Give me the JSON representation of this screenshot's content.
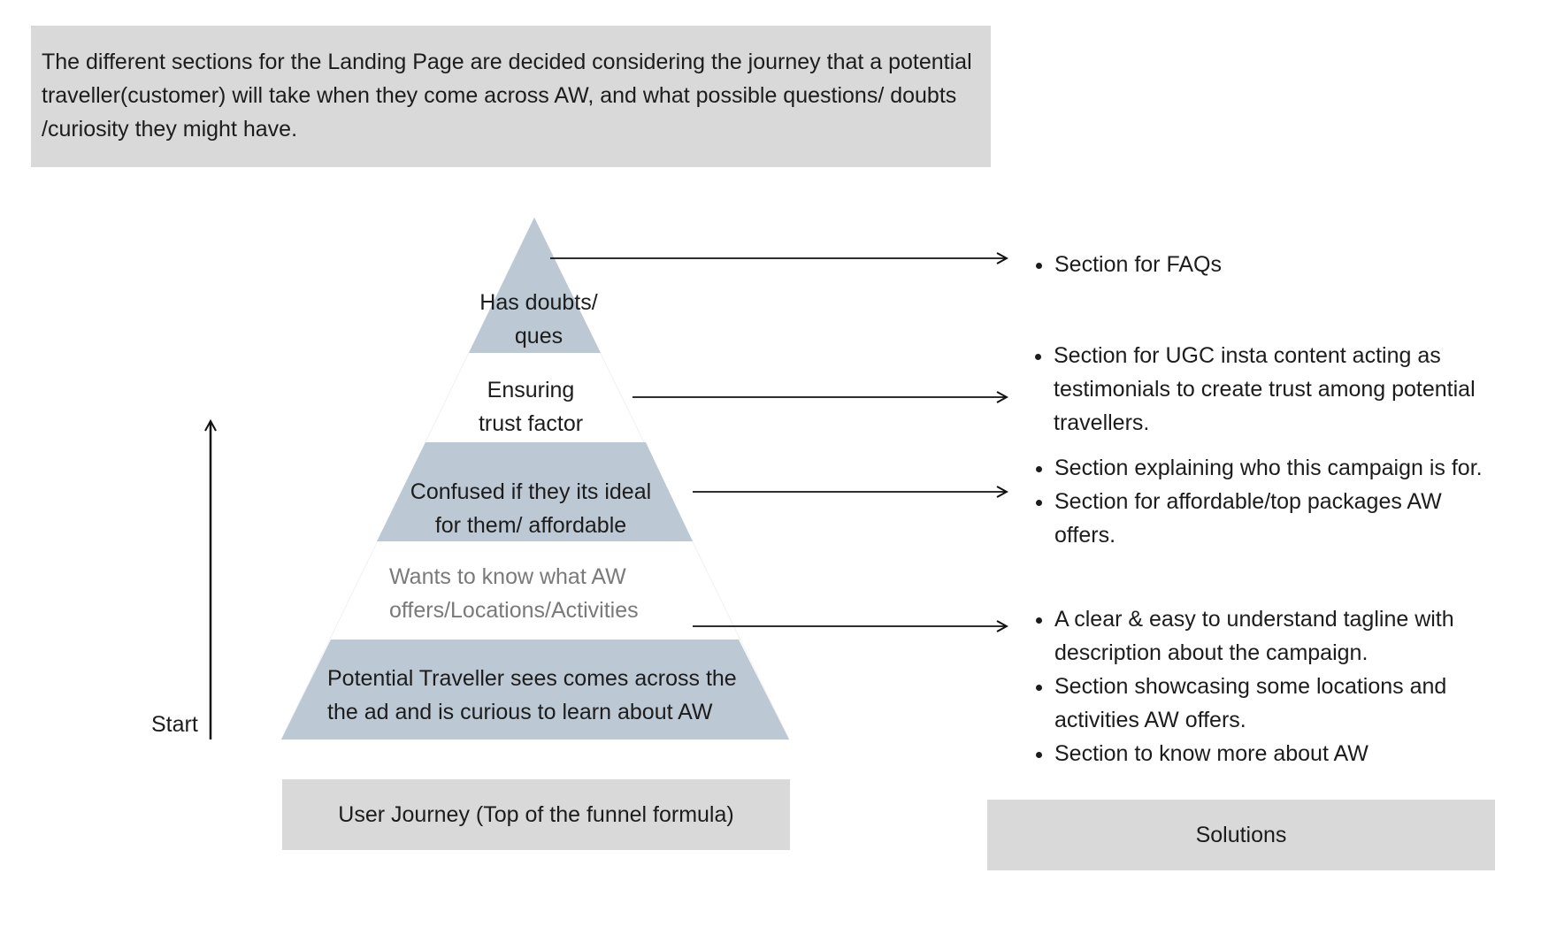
{
  "intro": {
    "text": "The different sections for the Landing Page are decided considering the journey that a potential traveller(customer) will take when they come across AW, and what possible questions/ doubts /curiosity they might have."
  },
  "pyramid": {
    "levels": [
      {
        "line1": "Has doubts/",
        "line2": "ques"
      },
      {
        "line1": "Ensuring",
        "line2": "trust factor"
      },
      {
        "line1": "Confused if they its ideal",
        "line2": "for them/ affordable"
      },
      {
        "line1": "Wants to know what AW",
        "line2": "offers/Locations/Activities"
      },
      {
        "line1": "Potential Traveller sees comes across the",
        "line2": "the ad and is curious to learn about AW"
      }
    ],
    "start_label": "Start",
    "caption": "User Journey (Top of the funnel formula)",
    "fill_color": "#bcc8d4"
  },
  "solutions": {
    "caption": "Solutions",
    "groups": [
      [
        "Section for FAQs"
      ],
      [
        "Section for UGC insta content acting as testimonials to create trust among potential travellers."
      ],
      [
        "Section explaining who this campaign is for.",
        "Section for affordable/top packages AW offers."
      ],
      [
        "A clear & easy to understand tagline with description about the campaign.",
        "Section showcasing some locations and activities AW offers.",
        "Section to know more about AW"
      ]
    ]
  }
}
